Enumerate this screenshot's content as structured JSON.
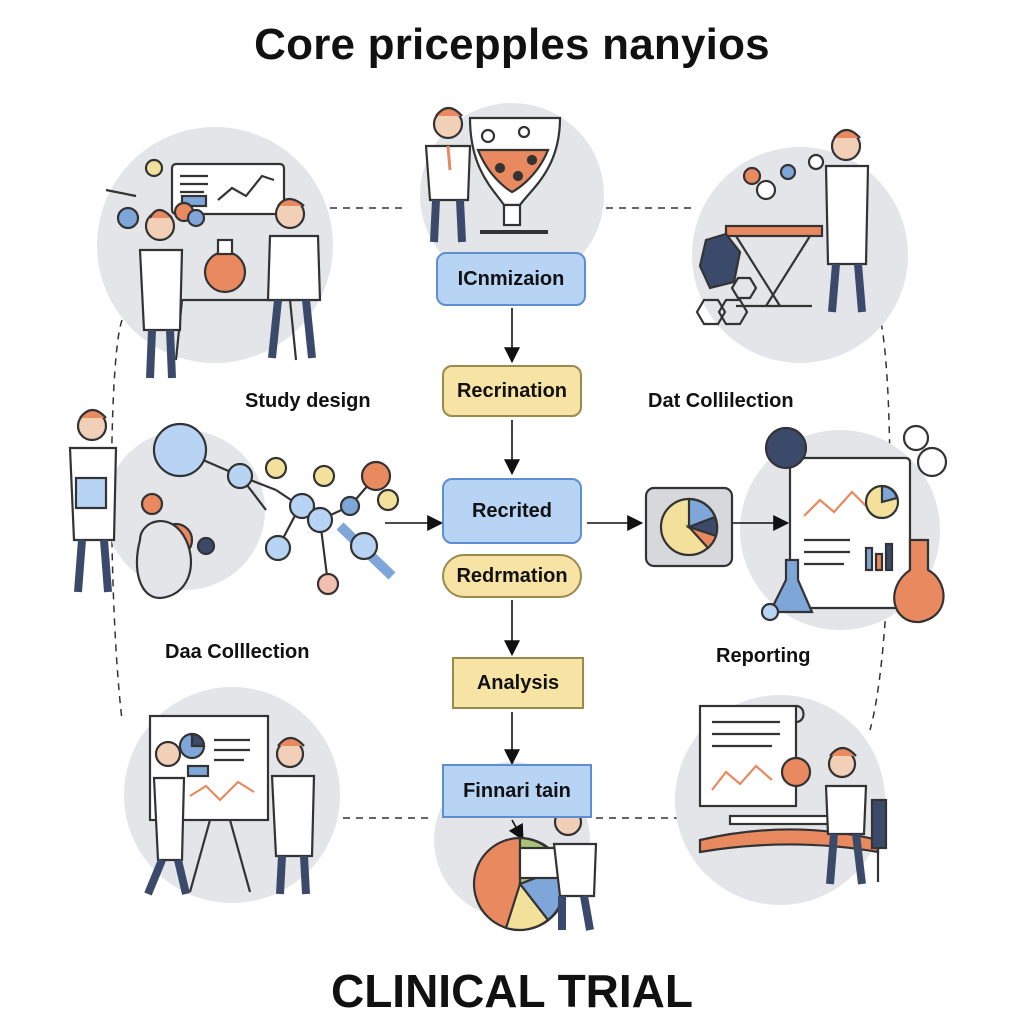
{
  "title": "Core pricepples nanyios",
  "footer": "CLINICAL TRIAL",
  "stages": {
    "study_design": "Study design",
    "data_collection_top": "Dat Collilection",
    "data_collection_left": "Daa Colllection",
    "reporting": "Reporting"
  },
  "flow": {
    "step1": "ICnmizaion",
    "step2": "Recrination",
    "step3": "Recrited",
    "step4": "Redrmation",
    "step5": "Analysis",
    "step6": "Finnari tain"
  },
  "colors": {
    "blue_fill": "#b8d4f5",
    "yellow_fill": "#f7e4a4",
    "circle_bg": "#e3e5e9",
    "accent_orange": "#e8895f",
    "accent_blue": "#7fa6d8"
  }
}
